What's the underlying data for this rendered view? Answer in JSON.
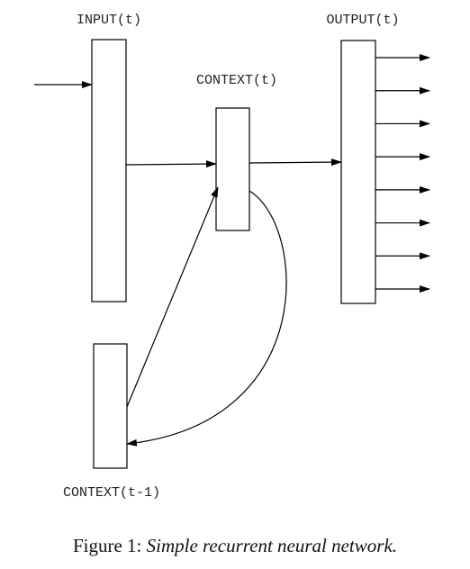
{
  "labels": {
    "input": "INPUT(t)",
    "context": "CONTEXT(t)",
    "output": "OUTPUT(t)",
    "context_prev": "CONTEXT(t-1)"
  },
  "caption": {
    "label": "Figure 1:",
    "text": "Simple recurrent neural network."
  },
  "output_arrow_count": 8
}
